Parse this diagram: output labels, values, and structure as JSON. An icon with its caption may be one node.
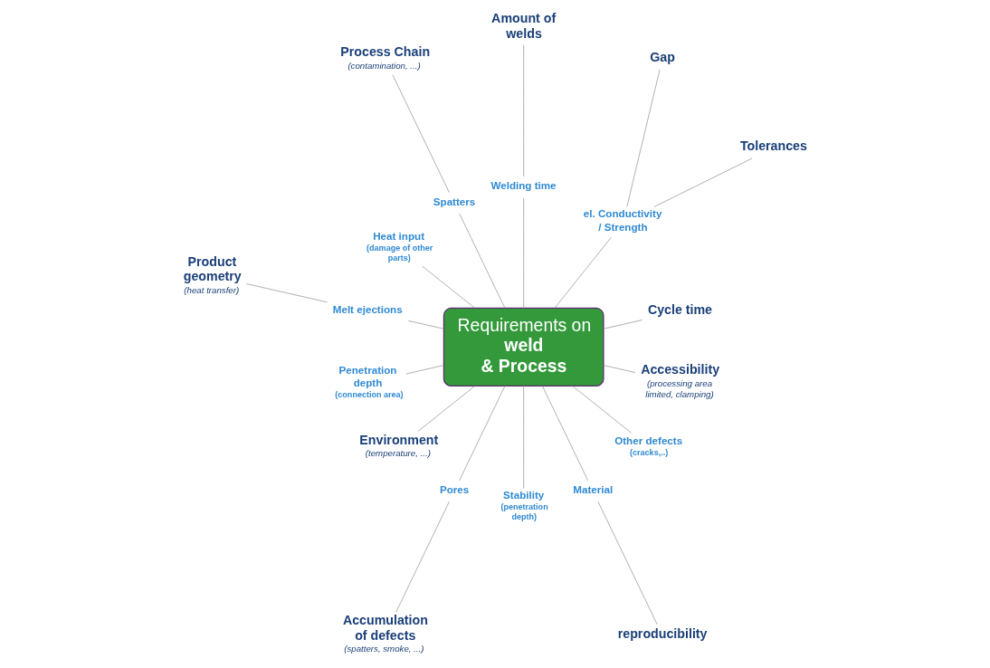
{
  "diagram": {
    "nodes": [
      {
        "text": [
          "Tolerances"
        ]
      },
      {
        "text": [
          "Gap"
        ]
      },
      {
        "text": [
          "Amount of welds"
        ]
      },
      {
        "text": [
          "Cycle time"
        ]
      },
      {
        "text": [
          "Process Chain",
          "(contamination, ...)"
        ]
      },
      {
        "text": [
          "el. Conductivity / Strength"
        ]
      },
      {
        "text": [
          "Welding time"
        ]
      },
      {
        "text": [
          "Spatters"
        ]
      },
      {
        "text": [
          "Product geometry",
          "(heat transfer)"
        ]
      },
      {
        "text": [
          "Heat input",
          "(damage of other parts)"
        ]
      },
      {
        "text": [
          "Requirements on **weld & Process**"
        ]
      },
      {
        "text": [
          "Melt ejections"
        ]
      },
      {
        "text": [
          "Penetration depth",
          "(connection area)"
        ]
      },
      {
        "text": [
          "Environment",
          "(temperature, ...)"
        ]
      },
      {
        "text": [
          "Pores"
        ]
      },
      {
        "text": [
          "Stability",
          "(penetration depth)"
        ]
      },
      {
        "text": [
          "Material"
        ]
      },
      {
        "text": [
          "Other defects",
          "(cracks,..)"
        ]
      },
      {
        "text": [
          "Accumulation of defects",
          "(spatters, smoke, ...)"
        ]
      },
      {
        "text": [
          "Accessibility",
          "(processing area limited, clamping)"
        ]
      },
      {
        "text": [
          "reproducibility"
        ]
      }
    ],
    "edges": [
      {
        "from": 0,
        "to": 5,
        "arrow": "none"
      },
      {
        "from": 1,
        "to": 5,
        "arrow": "none"
      },
      {
        "from": 5,
        "to": 10,
        "arrow": "none"
      },
      {
        "from": 2,
        "to": 6,
        "arrow": "none"
      },
      {
        "from": 6,
        "to": 10,
        "arrow": "none"
      },
      {
        "from": 3,
        "to": 10,
        "arrow": "none"
      },
      {
        "from": 4,
        "to": 7,
        "arrow": "none"
      },
      {
        "from": 7,
        "to": 10,
        "arrow": "none"
      },
      {
        "from": 8,
        "to": 11,
        "arrow": "none"
      },
      {
        "from": 9,
        "to": 10,
        "arrow": "none"
      },
      {
        "from": 11,
        "to": 10,
        "arrow": "none"
      },
      {
        "from": 12,
        "to": 10,
        "arrow": "none"
      },
      {
        "from": 13,
        "to": 10,
        "arrow": "none"
      },
      {
        "from": 14,
        "to": 10,
        "arrow": "none"
      },
      {
        "from": 18,
        "to": 14,
        "arrow": "none"
      },
      {
        "from": 15,
        "to": 10,
        "arrow": "none"
      },
      {
        "from": 16,
        "to": 10,
        "arrow": "none"
      },
      {
        "from": 20,
        "to": 16,
        "arrow": "none"
      },
      {
        "from": 17,
        "to": 10,
        "arrow": "none"
      },
      {
        "from": 19,
        "to": 10,
        "arrow": "none"
      }
    ]
  }
}
